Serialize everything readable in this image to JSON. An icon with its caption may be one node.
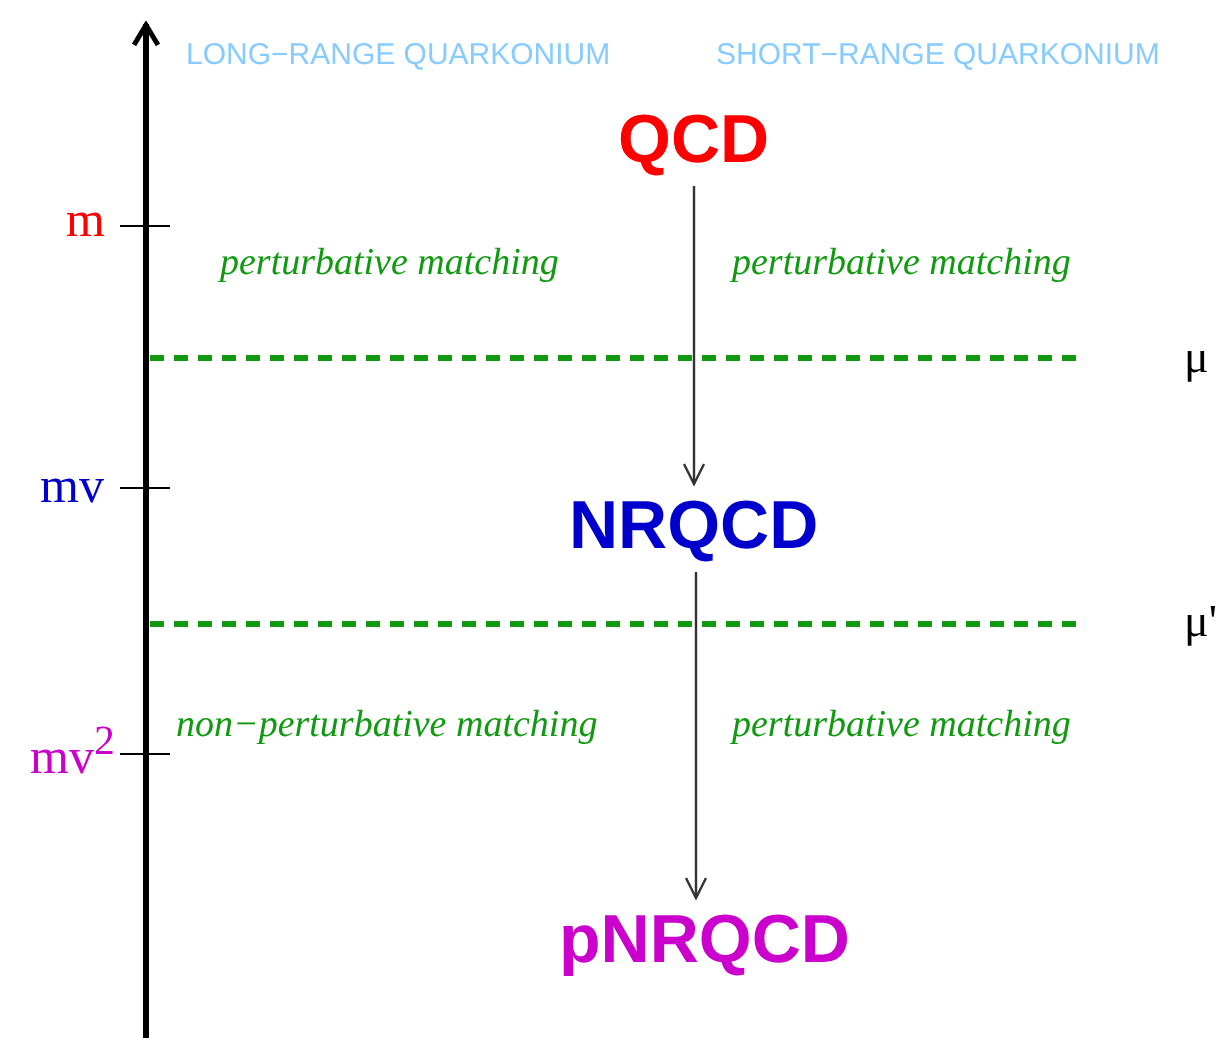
{
  "diagram": {
    "nodes": [
      {
        "text": [
          "QCD"
        ]
      },
      {
        "text": [
          "NRQCD"
        ]
      },
      {
        "text": [
          "pNRQCD"
        ]
      }
    ],
    "edges": [
      {
        "from": 0,
        "to": 1,
        "arrow": "to"
      },
      {
        "from": 1,
        "to": 2,
        "arrow": "to"
      }
    ],
    "labels": [
      "LONG−RANGE QUARKONIUM",
      "SHORT−RANGE QUARKONIUM",
      "m",
      "perturbative matching",
      "perturbative matching",
      "μ",
      "mv",
      "μ'",
      "mv$^{2}$",
      "non−perturbative matching",
      "perturbative matching"
    ]
  }
}
